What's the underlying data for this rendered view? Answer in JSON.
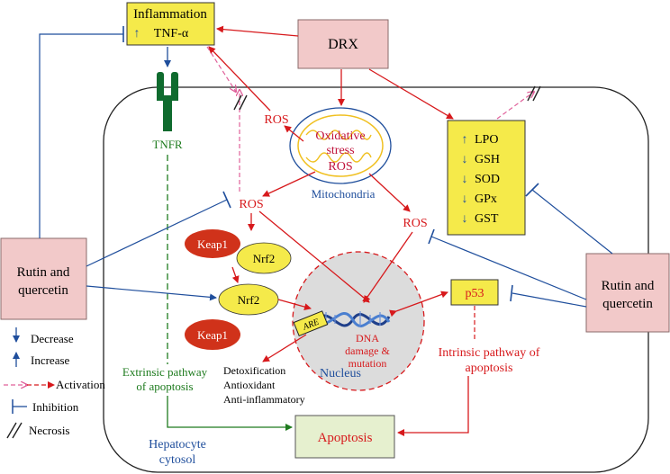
{
  "inflammation": {
    "title": "Inflammation",
    "marker": "↑",
    "tnf": "TNF-α"
  },
  "drx": "DRX",
  "tnfr": "TNFR",
  "mitochondria": {
    "line1": "Oxidative",
    "line2": "stress",
    "line3": "ROS",
    "label": "Mitochondria"
  },
  "ros": {
    "top": "ROS",
    "left": "ROS",
    "right": "ROS"
  },
  "markers": {
    "items": [
      {
        "arrow": "↑",
        "text": "LPO"
      },
      {
        "arrow": "↓",
        "text": "GSH"
      },
      {
        "arrow": "↓",
        "text": "SOD"
      },
      {
        "arrow": "↓",
        "text": "GPx"
      },
      {
        "arrow": "↓",
        "text": "GST"
      }
    ]
  },
  "keap1": "Keap1",
  "nrf2": "Nrf2",
  "are": "ARE",
  "nucleus": {
    "dna1": "DNA",
    "dna2": "damage &",
    "dna3": "mutation",
    "label": "Nucleus"
  },
  "p53": "p53",
  "rutin": {
    "line1": "Rutin and",
    "line2": "quercetin"
  },
  "legend": {
    "decrease": "Decrease",
    "increase": "Increase",
    "activation": "Activation",
    "inhibition": "Inhibition",
    "necrosis": "Necrosis"
  },
  "extrinsic": {
    "line1": "Extrinsic pathway",
    "line2": "of apoptosis"
  },
  "intrinsic": {
    "line1": "Intrinsic pathway of",
    "line2": "apoptosis"
  },
  "effects": {
    "line1": "Detoxification",
    "line2": "Antioxidant",
    "line3": "Anti-inflammatory"
  },
  "apoptosis": "Apoptosis",
  "cytosol": {
    "line1": "Hepatocyte",
    "line2": "cytosol"
  },
  "colors": {
    "red": "#d7191c",
    "blue": "#1f4e9c",
    "green": "#1e7b1e",
    "yellow": "#f5ea4a",
    "pink": "#f2c9c9",
    "keap": "#d0321a",
    "olive": "#e6f0cf",
    "activation": "#e0609a"
  }
}
